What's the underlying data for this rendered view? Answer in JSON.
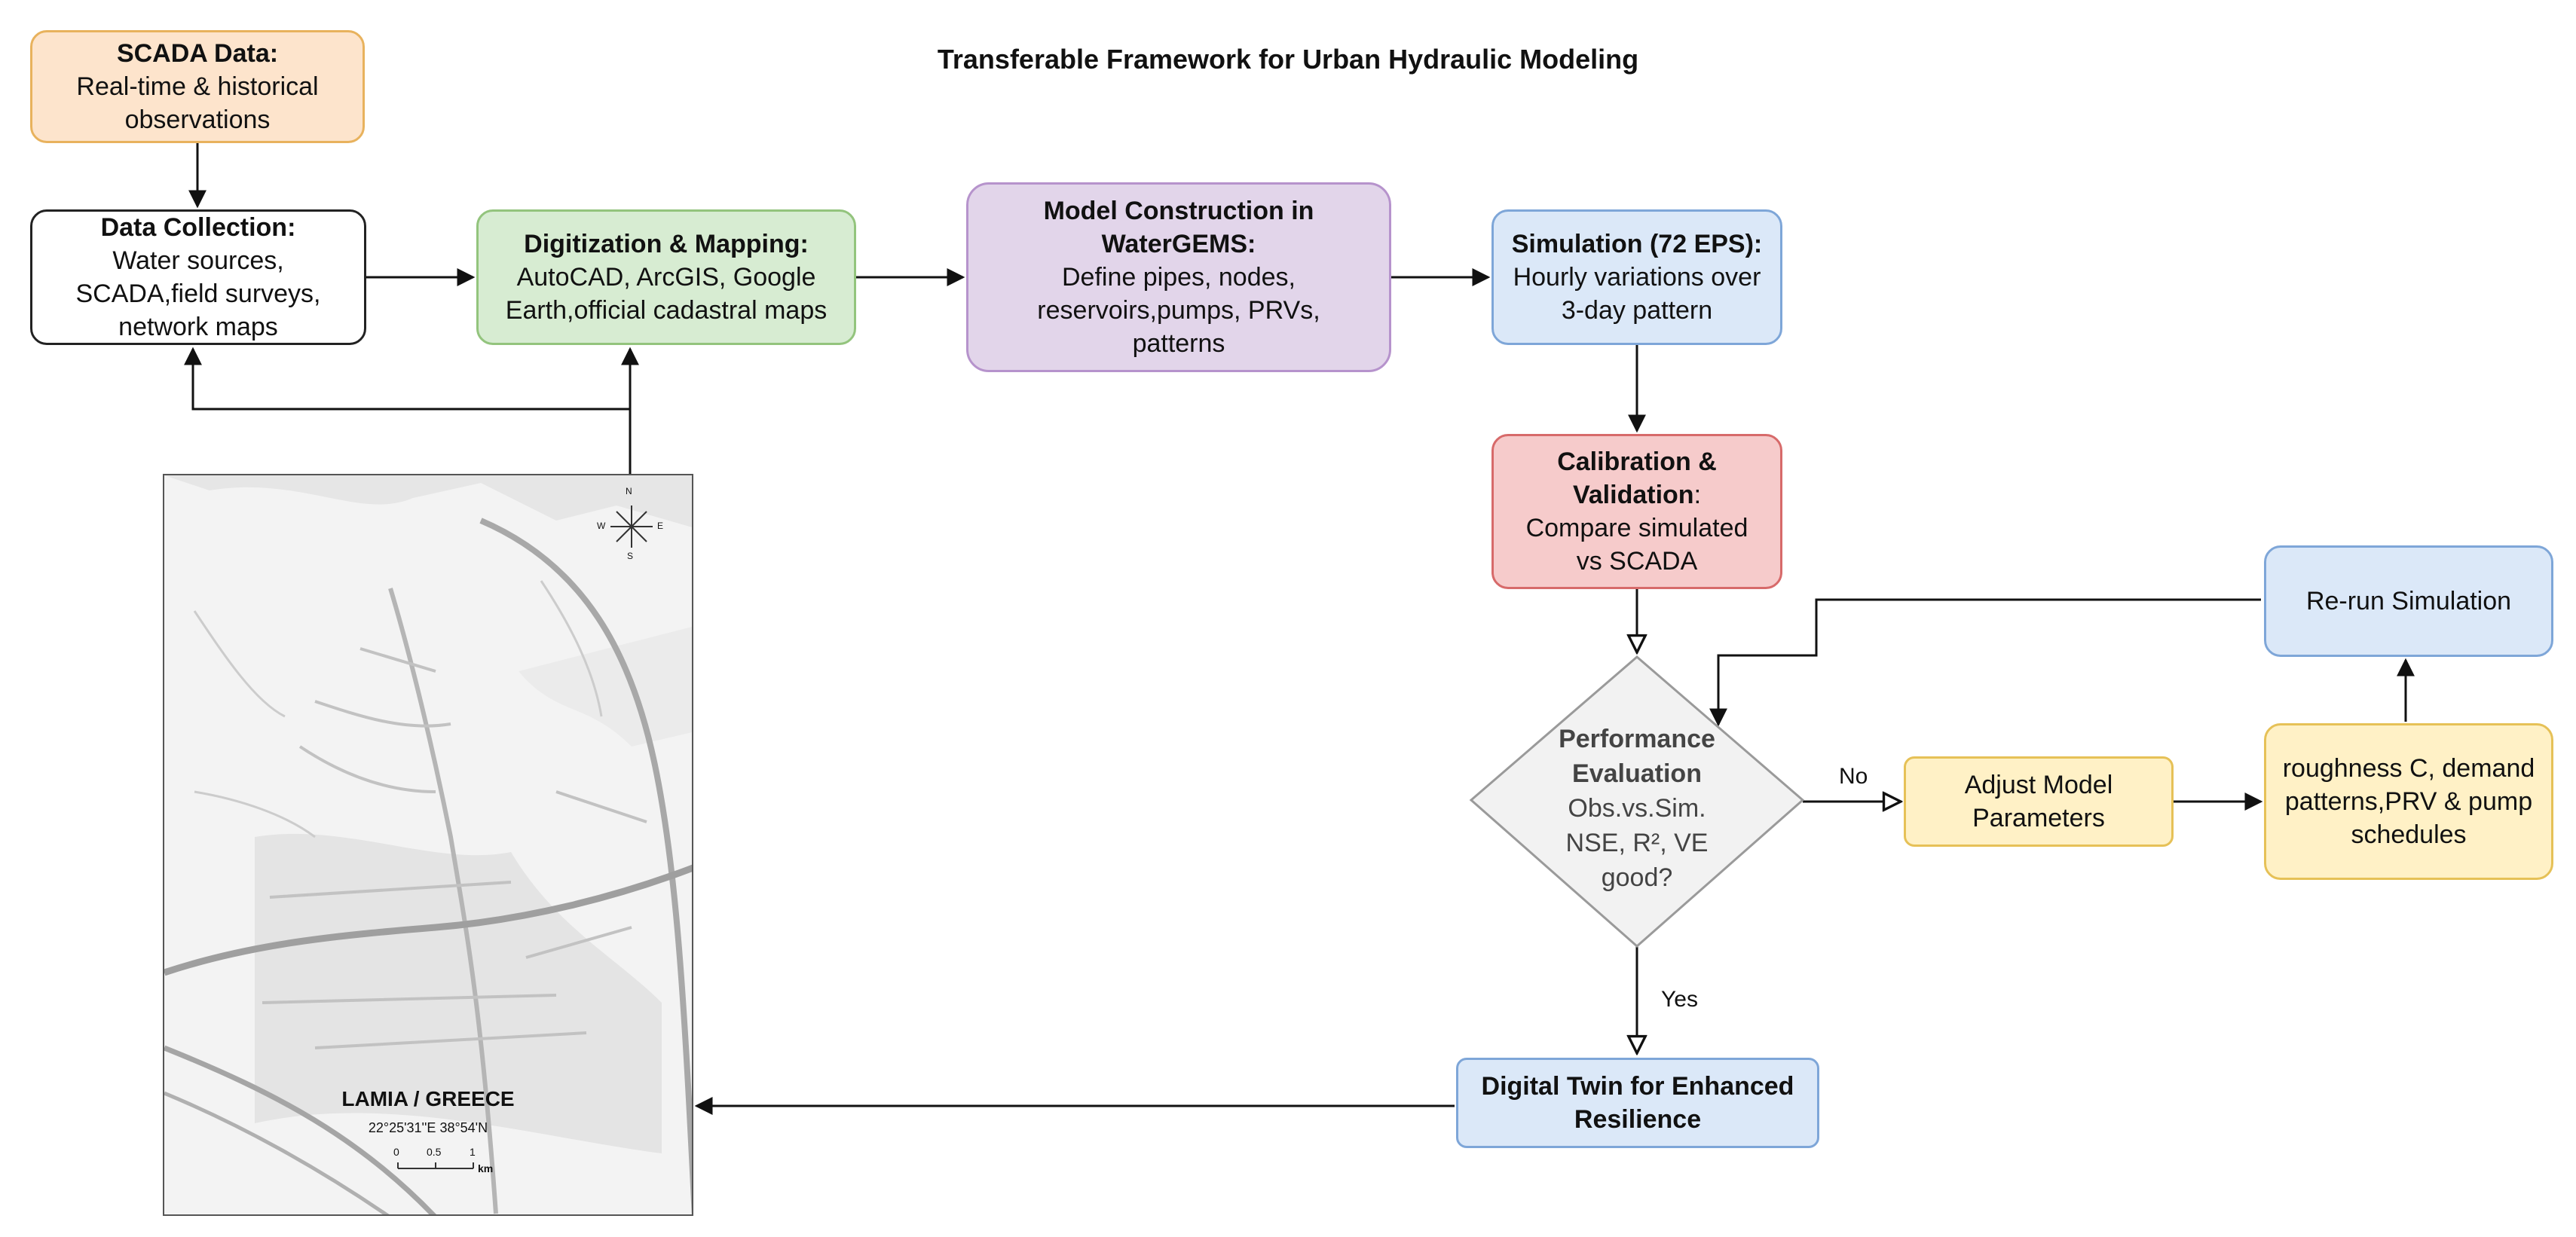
{
  "title": "Transferable Framework for Urban Hydraulic Modeling",
  "nodes": {
    "scada": {
      "title": "SCADA Data:",
      "body": [
        "Real-time & historical",
        "observations"
      ]
    },
    "collection": {
      "title": "Data Collection:",
      "body": [
        "Water sources,",
        "SCADA,field surveys,",
        "network maps"
      ]
    },
    "digitization": {
      "title": "Digitization & Mapping:",
      "body": [
        "AutoCAD, ArcGIS, Google",
        "Earth,official cadastral maps"
      ]
    },
    "model": {
      "title_lines": [
        "Model Construction in",
        "WaterGEMS:"
      ],
      "body": [
        "Define pipes, nodes,",
        "reservoirs,pumps, PRVs,",
        "patterns"
      ]
    },
    "simulation": {
      "title": "Simulation (72 EPS):",
      "body": [
        "Hourly variations over",
        "3-day pattern"
      ]
    },
    "calibration": {
      "title_lines": [
        "Calibration &",
        "Validation"
      ],
      "title_suffix": ":",
      "body": [
        "Compare simulated",
        "vs SCADA"
      ]
    },
    "evaluation": {
      "title_lines": [
        "Performance",
        "Evaluation"
      ],
      "body": [
        "Obs.vs.Sim.",
        "NSE, R², VE",
        "good?"
      ]
    },
    "adjust": {
      "body": [
        "Adjust Model",
        "Parameters"
      ]
    },
    "parameters": {
      "body": [
        "roughness C, demand",
        "patterns,PRV & pump",
        "schedules"
      ]
    },
    "rerun": {
      "body": [
        "Re-run Simulation"
      ]
    },
    "twin": {
      "title_lines": [
        "Digital Twin for Enhanced",
        "Resilience"
      ]
    }
  },
  "edge_labels": {
    "no": "No",
    "yes": "Yes"
  },
  "map": {
    "place": "LAMIA / GREECE",
    "coords": "22°25'31''E 38°54'N",
    "scale_ticks": [
      "0",
      "0.5",
      "1"
    ],
    "scale_unit": "km",
    "compass": [
      "N",
      "S",
      "W",
      "E"
    ]
  },
  "colors": {
    "orange_fill": "#fde4cc",
    "orange_border": "#e8b25d",
    "green_fill": "#d7ecd2",
    "green_border": "#93c47d",
    "purple_fill": "#e2d5ea",
    "purple_border": "#b693cc",
    "blue_fill": "#dbe8f8",
    "blue_border": "#7ea6d8",
    "red_fill": "#f6cbcb",
    "red_border": "#d76a6a",
    "yellow_fill": "#fff1c6",
    "yellow_border": "#e6c157",
    "diamond_fill": "#f2f2f2",
    "diamond_border": "#9a9a9a"
  }
}
